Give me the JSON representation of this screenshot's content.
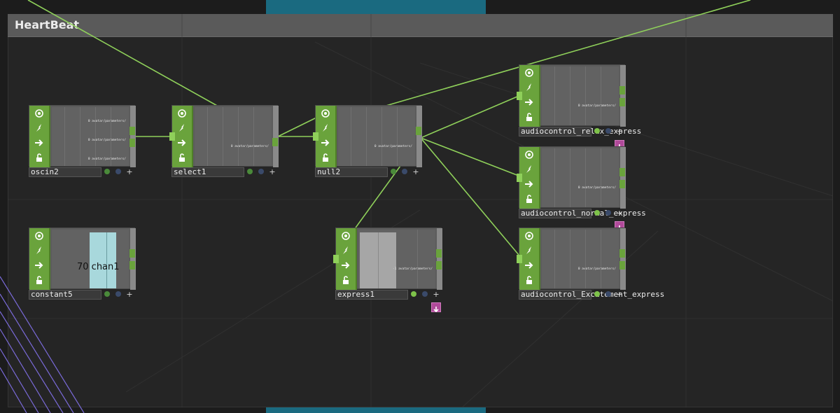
{
  "container": {
    "title": "HeartBeat"
  },
  "nodes": {
    "oscin2": {
      "name": "oscin2",
      "channels": [
        "0 avatar/parameters/",
        "0 avatar/parameters/",
        "0 avatar/parameters/"
      ]
    },
    "select1": {
      "name": "select1",
      "channels": [
        "0 avatar/parameters/"
      ]
    },
    "null2": {
      "name": "null2",
      "channels": [
        "0 avatar/parameters/"
      ]
    },
    "constant5": {
      "name": "constant5",
      "value_label": "70 chan1"
    },
    "express1": {
      "name": "express1",
      "channels": [
        "-1 avatar/parameters/"
      ]
    },
    "relax": {
      "name": "audiocontrol_relax_express",
      "channels": [
        "0 avatar/parameters/"
      ]
    },
    "normal": {
      "name": "audiocontrol_normal_express",
      "channels": [
        "0 avatar/parameters/"
      ]
    },
    "excitement": {
      "name": "audiocontrol_Excitement_express",
      "channels": [
        "0 avatar/parameters/"
      ]
    }
  },
  "icons": {
    "flags": [
      "target-icon",
      "lightning-icon",
      "arrow-right-icon",
      "lock-icon"
    ],
    "plus": "+",
    "pink": "down-arrow-icon"
  },
  "colors": {
    "wire": "#8fd05a",
    "operator_green": "#6aa33c",
    "constant_cyan": "#a8d8dc",
    "cook_dot_green": "#4a8a3a",
    "cook_dot_blue": "#3a4a6a",
    "tag_pink": "#b04a9a",
    "background_strip": "#1a6a80"
  }
}
